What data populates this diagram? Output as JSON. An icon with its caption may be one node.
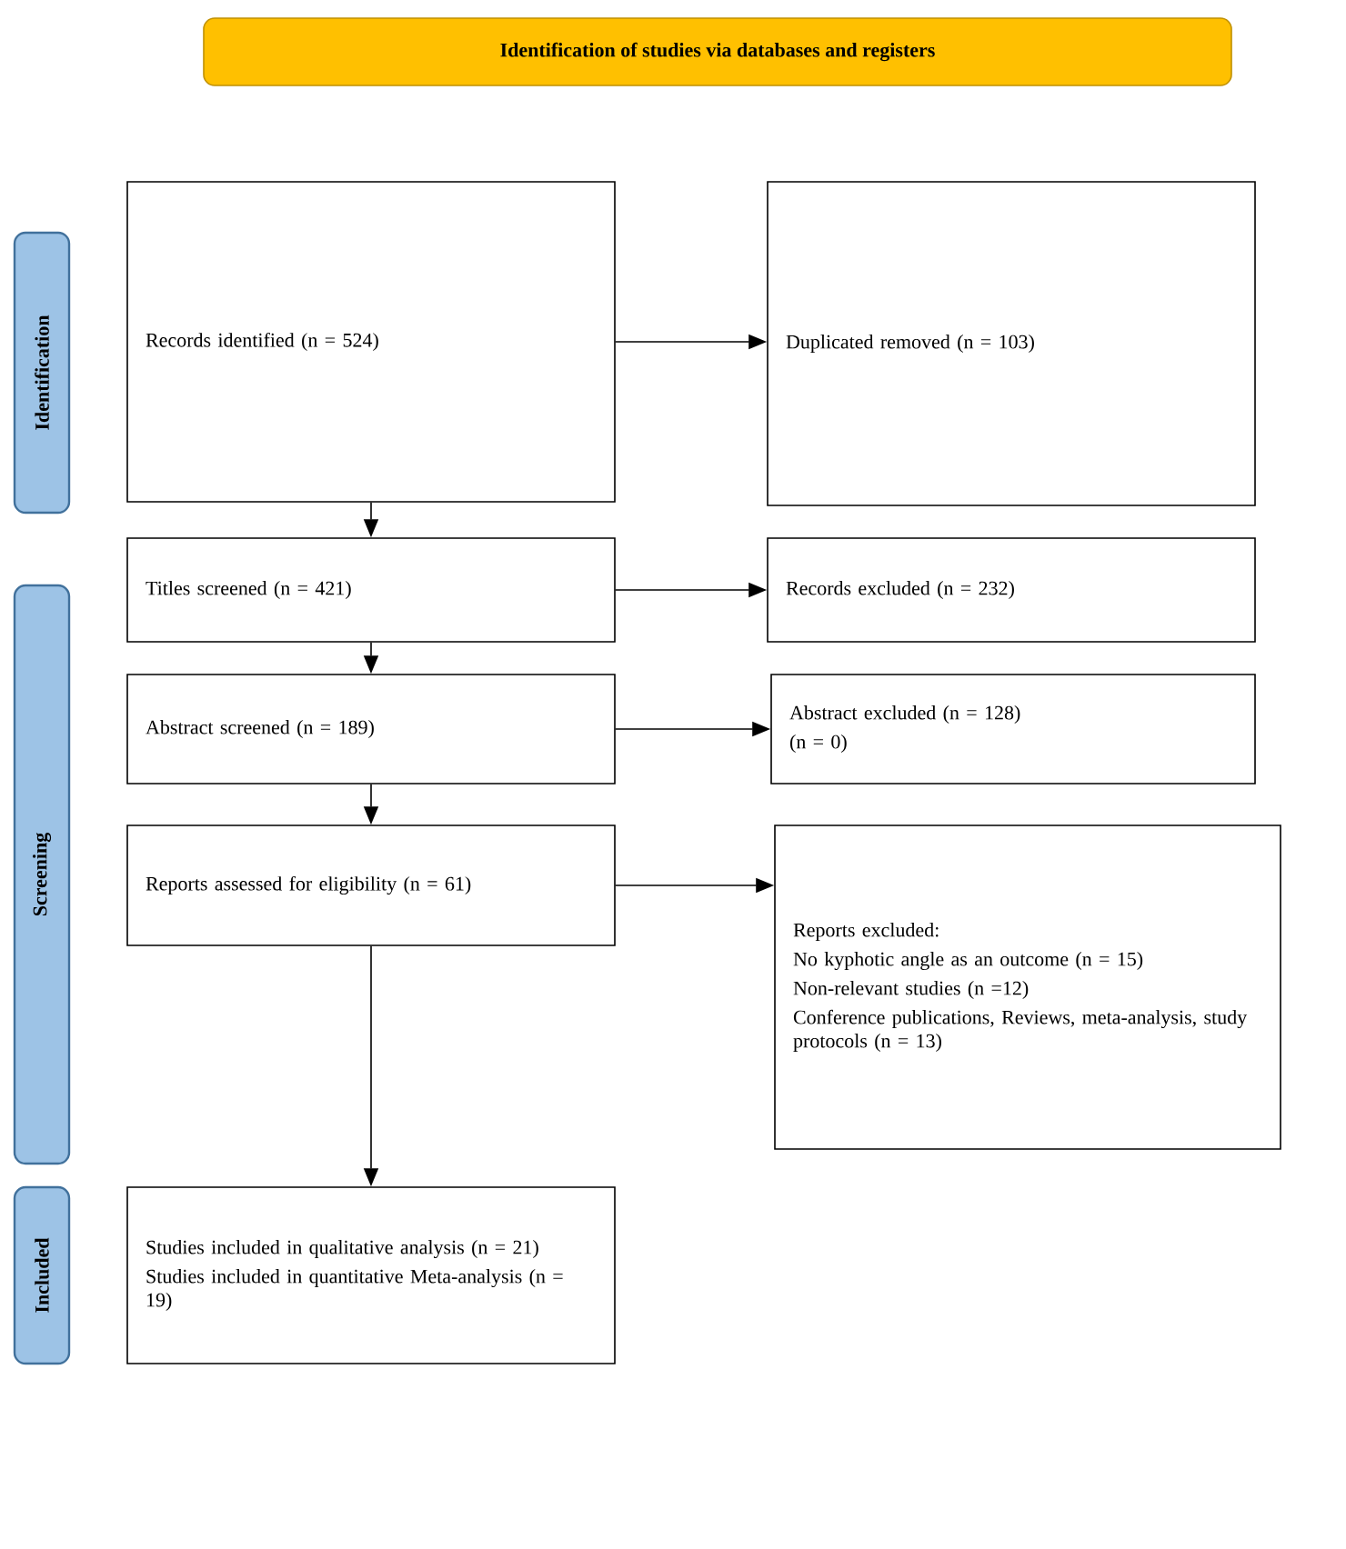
{
  "diagram": {
    "nodes": [
      {
        "text": [
          "Identification of studies via databases and registers"
        ]
      },
      {
        "text": [
          "Identification"
        ]
      },
      {
        "text": [
          "Records identified (n = 524)"
        ]
      },
      {
        "text": [
          "Duplicated removed (n = 103)"
        ]
      },
      {
        "text": [
          "Screening"
        ]
      },
      {
        "text": [
          "Titles screened (n = 421)"
        ]
      },
      {
        "text": [
          "Records excluded (n = 232)"
        ]
      },
      {
        "text": [
          "Abstract screened (n = 189)"
        ]
      },
      {
        "text": [
          "Abstract excluded (n = 128)",
          "(n = 0)"
        ]
      },
      {
        "text": [
          "Reports assessed for eligibility (n = 61)"
        ]
      },
      {
        "text": [
          "Reports excluded:",
          "No kyphotic angle as an outcome (n = 15)",
          "Non-relevant studies (n =12)",
          "Conference publications, Reviews, meta-analysis, study protocols (n = 13)"
        ]
      },
      {
        "text": [
          "Included"
        ]
      },
      {
        "text": [
          "Studies included in qualitative analysis (n = 21)",
          "Studies included in quantitative Meta-analysis (n = 19)"
        ]
      }
    ],
    "edges": [
      {
        "from": 2,
        "to": 3,
        "arrow": "to"
      },
      {
        "from": 2,
        "to": 5,
        "arrow": "to"
      },
      {
        "from": 5,
        "to": 6,
        "arrow": "to"
      },
      {
        "from": 5,
        "to": 7,
        "arrow": "to"
      },
      {
        "from": 7,
        "to": 8,
        "arrow": "to"
      },
      {
        "from": 7,
        "to": 9,
        "arrow": "to"
      },
      {
        "from": 9,
        "to": 10,
        "arrow": "to"
      },
      {
        "from": 9,
        "to": 12,
        "arrow": "to"
      }
    ]
  }
}
